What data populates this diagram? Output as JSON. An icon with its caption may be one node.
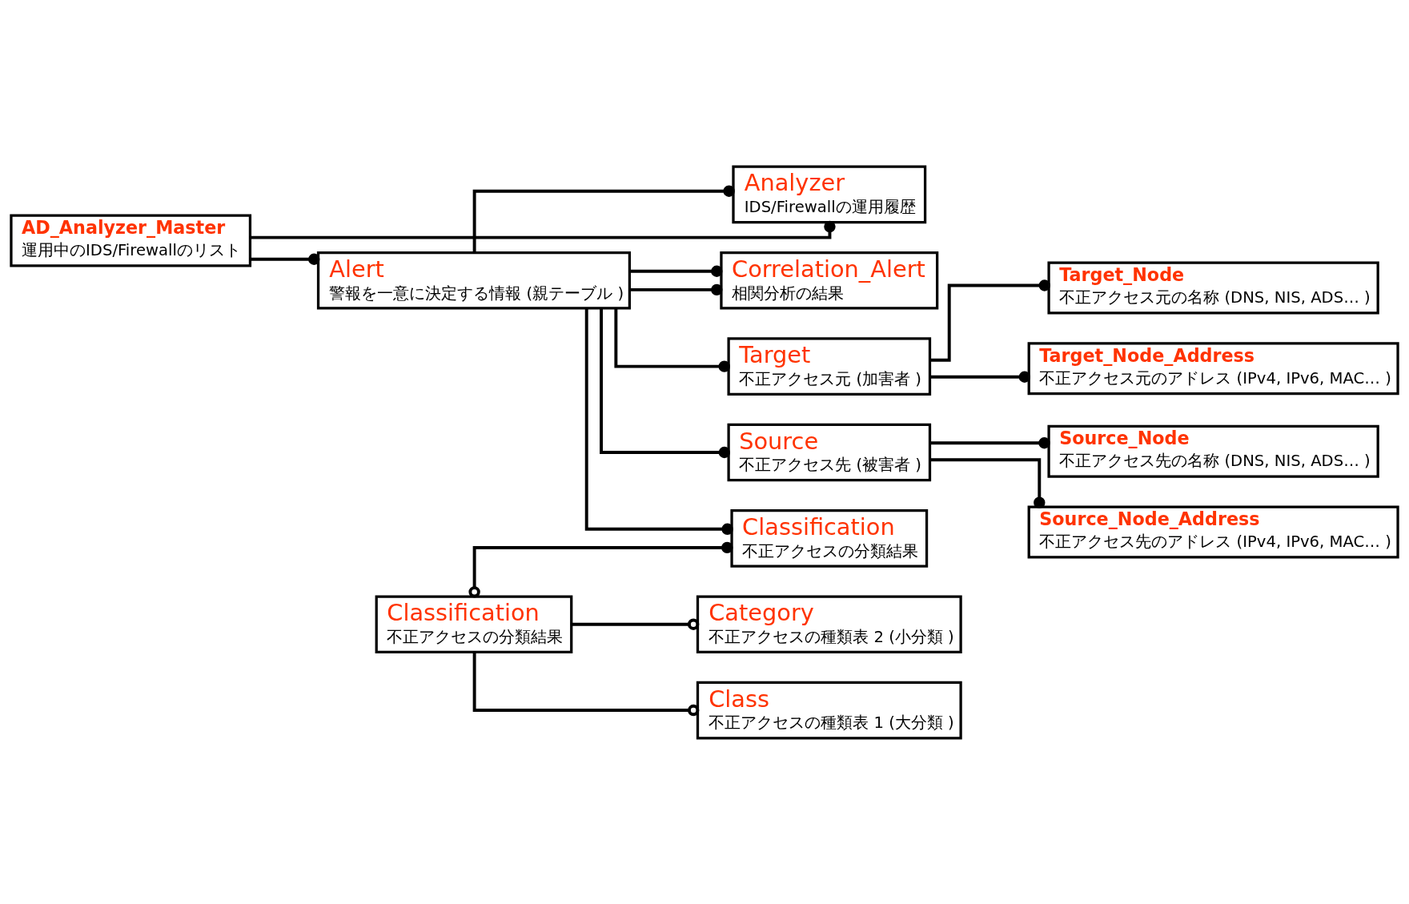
{
  "diagram": {
    "nodes": [
      {
        "text": [
          "Correlation_Alert",
          "相関分析の結果"
        ]
      },
      {
        "text": [
          "Target_Node",
          "不正アクセス元の名称 (DNS, NIS, ADS… )"
        ]
      },
      {
        "text": [
          "Alert",
          "警報を一意に決定する情報 (親テーブル )"
        ]
      },
      {
        "text": [
          "Target",
          "不正アクセス元 (加害者 )"
        ]
      },
      {
        "text": [
          "Analyzer",
          "IDS/Firewallの運用履歴"
        ]
      },
      {
        "text": [
          "Classification",
          "不正アクセスの分類結果"
        ]
      },
      {
        "text": [
          "Target_Node_Address",
          "不正アクセス元のアドレス (IPv4, IPv6, MAC… )"
        ]
      },
      {
        "text": [
          "Source_Node",
          "不正アクセス先の名称 (DNS, NIS, ADS… )"
        ]
      },
      {
        "text": [
          "AD_Analyzer_Master",
          "運用中のIDS/Firewallのリスト"
        ]
      },
      {
        "text": [
          "Classification",
          "不正アクセスの分類結果"
        ]
      },
      {
        "text": [
          "Source",
          "不正アクセス先 (被害者 )"
        ]
      },
      {
        "text": [
          "Class",
          "不正アクセスの種類表 1 (大分類 )"
        ]
      },
      {
        "text": [
          "Category",
          "不正アクセスの種類表 2 (小分類 )"
        ]
      },
      {
        "text": [
          "Source_Node_Address",
          "不正アクセス先のアドレス (IPv4, IPv6, MAC… )"
        ]
      }
    ],
    "edges": [
      {
        "from": 2,
        "to": 0,
        "arrow": "other"
      },
      {
        "from": 2,
        "to": 0,
        "arrow": "other"
      },
      {
        "from": 2,
        "to": 3,
        "arrow": "other"
      },
      {
        "from": 2,
        "to": 10,
        "arrow": "other"
      },
      {
        "from": 2,
        "to": 4,
        "arrow": "other"
      },
      {
        "from": 2,
        "to": 5,
        "arrow": "other"
      },
      {
        "from": 8,
        "to": 2,
        "arrow": "other"
      },
      {
        "from": 8,
        "to": 4,
        "arrow": "other"
      },
      {
        "from": 3,
        "to": 1,
        "arrow": "other"
      },
      {
        "from": 3,
        "to": 6,
        "arrow": "other"
      },
      {
        "from": 10,
        "to": 7,
        "arrow": "other"
      },
      {
        "from": 10,
        "to": 13,
        "arrow": "other"
      },
      {
        "from": 9,
        "to": 5,
        "arrow": "other"
      },
      {
        "from": 9,
        "to": 11,
        "arrow": "other"
      },
      {
        "from": 9,
        "to": 12,
        "arrow": "other"
      }
    ]
  }
}
